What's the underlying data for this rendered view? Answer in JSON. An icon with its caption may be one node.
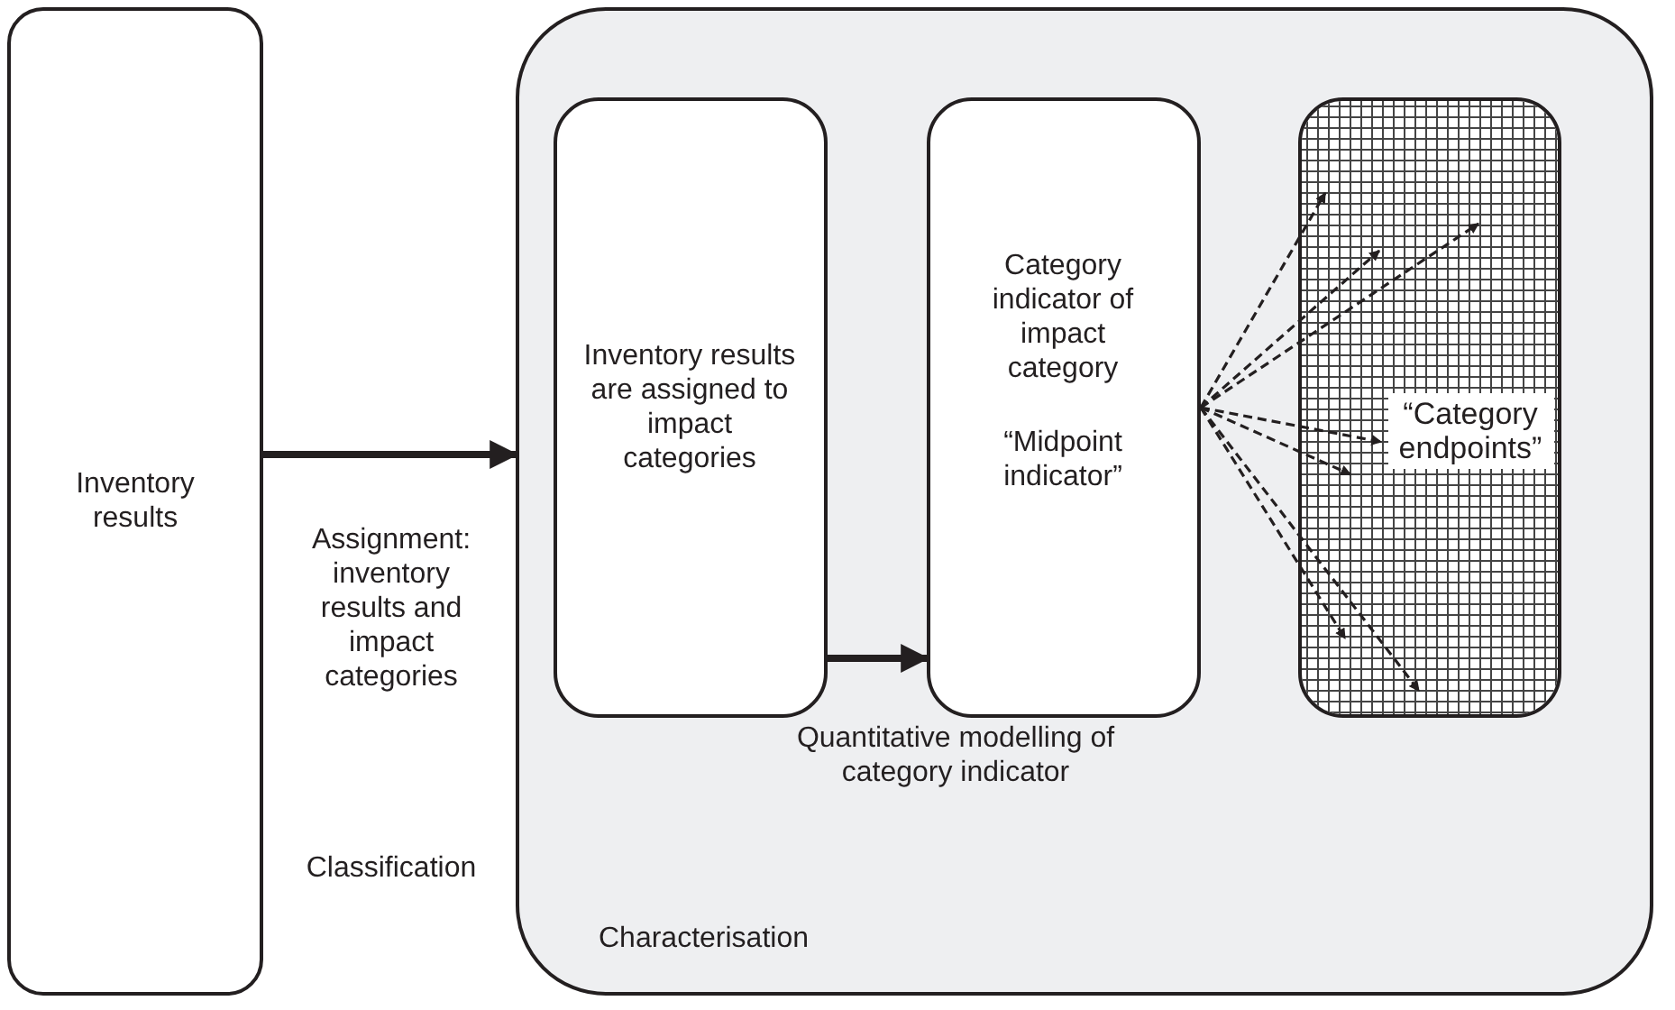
{
  "diagram": {
    "nodes": [
      {
        "text": [
          "Inventory results"
        ]
      },
      {
        "text": [
          "Characterisation"
        ]
      },
      {
        "text": [
          "Inventory results are assigned to impact categories"
        ],
        "in": 1
      },
      {
        "text": [
          "Category indicator of impact category",
          "“Midpoint indicator”"
        ],
        "in": 1
      },
      {
        "text": [
          "“Category endpoints”"
        ],
        "in": 1
      }
    ],
    "edges": [
      {
        "from": 0,
        "to": 1,
        "arrow": "to",
        "style": "thick"
      },
      {
        "from": 2,
        "to": 3,
        "arrow": "to",
        "style": "thick"
      },
      {
        "from": 3,
        "to": 4,
        "arrow": "to",
        "style": "dashed"
      },
      {
        "from": 3,
        "to": 4,
        "arrow": "to",
        "style": "dashed"
      },
      {
        "from": 3,
        "to": 4,
        "arrow": "to",
        "style": "dashed"
      },
      {
        "from": 3,
        "to": 4,
        "arrow": "to",
        "style": "dashed"
      },
      {
        "from": 3,
        "to": 4,
        "arrow": "to",
        "style": "dashed"
      },
      {
        "from": 3,
        "to": 4,
        "arrow": "to",
        "style": "dashed"
      },
      {
        "from": 3,
        "to": 4,
        "arrow": "to",
        "style": "dashed"
      }
    ],
    "labels": [
      "Assignment: inventory results and impact categories",
      "Classification",
      "Quantitative modelling of category indicator"
    ]
  }
}
